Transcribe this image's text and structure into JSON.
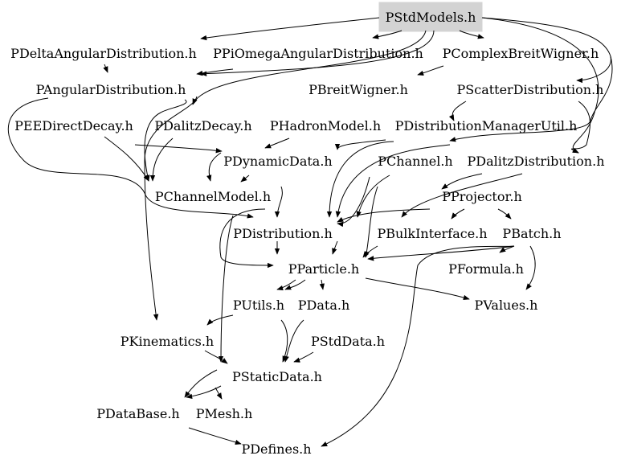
{
  "graph": {
    "root_fill": "#d3d3d3",
    "edge_color": "#000000",
    "nodes": {
      "pstdmodels": "PStdModels.h",
      "pdeltaangular": "PDeltaAngularDistribution.h",
      "pпiomega": "PPiOmegaAngularDistribution.h",
      "pcomplexbreit": "PComplexBreitWigner.h",
      "pangular": "PAngularDistribution.h",
      "pbreitwigner": "PBreitWigner.h",
      "pscatter": "PScatterDistribution.h",
      "peedirect": "PEEDirectDecay.h",
      "pdalitzdecay": "PDalitzDecay.h",
      "phadron": "PHadronModel.h",
      "pdistmanager": "PDistributionManagerUtil.h",
      "pdynamic": "PDynamicData.h",
      "pchannel": "PChannel.h",
      "pdalitzdist": "PDalitzDistribution.h",
      "pchannelmodel": "PChannelModel.h",
      "pprojector": "PProjector.h",
      "pdistribution": "PDistribution.h",
      "pbulk": "PBulkInterface.h",
      "pbatch": "PBatch.h",
      "pparticle": "PParticle.h",
      "pformula": "PFormula.h",
      "putils": "PUtils.h",
      "pdata": "PData.h",
      "pvalues": "PValues.h",
      "pkinematics": "PKinematics.h",
      "pstddata": "PStdData.h",
      "pstatic": "PStaticData.h",
      "pdatabase": "PDataBase.h",
      "pmesh": "PMesh.h",
      "pdefines": "PDefines.h"
    }
  }
}
